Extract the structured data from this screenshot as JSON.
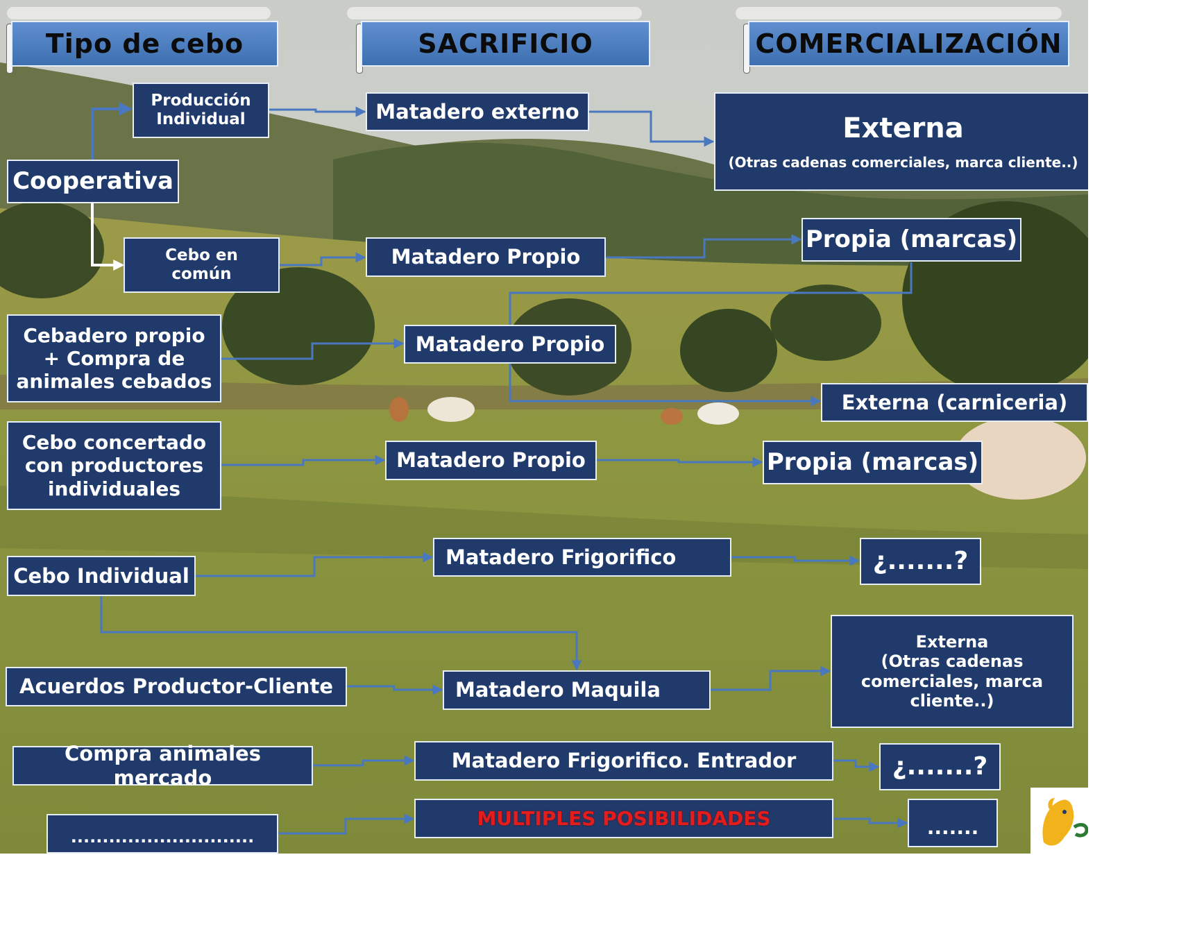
{
  "headers": [
    "Tipo de cebo",
    "SACRIFICIO",
    "COMERCIALIZACIÓN"
  ],
  "cebo": {
    "produccion_individual": [
      "Producción",
      "Individual"
    ],
    "cooperativa": "Cooperativa",
    "cebo_en_comun": [
      "Cebo en",
      "común"
    ],
    "cebadero_propio": [
      "Cebadero propio",
      "+ Compra de",
      "animales cebados"
    ],
    "cebo_concertado": [
      "Cebo concertado",
      "con productores",
      "individuales"
    ],
    "cebo_individual": "Cebo Individual",
    "acuerdos": [
      "Acuerdos",
      "Productor-Cliente"
    ],
    "compra_mercado": "Compra animales mercado",
    "dots": "............................."
  },
  "sacrificio": {
    "matadero_externo": "Matadero externo",
    "matadero_propio_1": "Matadero Propio",
    "matadero_propio_2": "Matadero Propio",
    "matadero_propio_3": "Matadero Propio",
    "matadero_frigorifico": "Matadero Frigorifico",
    "matadero_maquila": "Matadero Maquila",
    "matadero_frigorifico_entrador": "Matadero Frigorifico. Entrador",
    "multiples": "MULTIPLES POSIBILIDADES"
  },
  "comercializacion": {
    "externa_1": {
      "title": "Externa",
      "sub": "(Otras cadenas comerciales, marca cliente..)"
    },
    "propia_1": "Propia (marcas)",
    "externa_carniceria": "Externa (carniceria)",
    "propia_2": "Propia (marcas)",
    "question_1": "¿.......?",
    "externa_2": [
      "Externa",
      "(Otras cadenas",
      "comerciales, marca",
      "cliente..)"
    ],
    "question_2": "¿.......?",
    "dots": "......."
  },
  "colors": {
    "box_fill": "#1f3a6b",
    "box_border": "#e8eef7",
    "header_fill": "#4f7fc0",
    "connector": "#4a78c0",
    "highlight_text": "#e21d1d"
  }
}
